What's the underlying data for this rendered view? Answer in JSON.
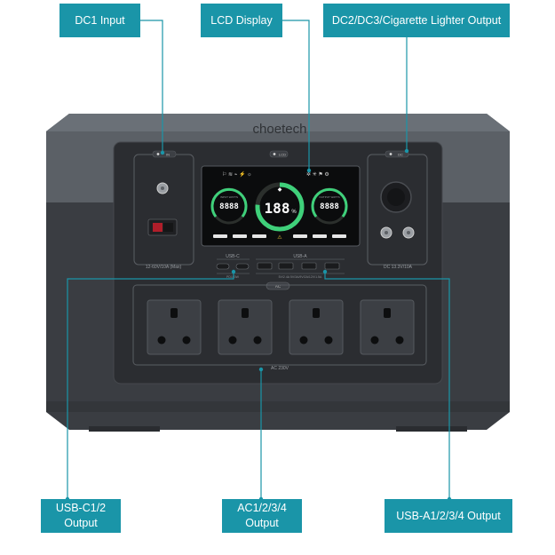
{
  "callouts": {
    "dc1": "DC1 Input",
    "lcd": "LCD Display",
    "dc2": "DC2/DC3/Cigarette Lighter Output",
    "usbc_line1": "USB-C1/2",
    "usbc_line2": "Output",
    "ac_line1": "AC1/2/3/4",
    "ac_line2": "Output",
    "usba": "USB-A1/2/3/4  Output"
  },
  "device": {
    "brand": "choetech",
    "lcd_button": "LCD",
    "dc_in_label": "IN",
    "dc_out_label": "DC",
    "dc_in_spec": "12-60V/10A (Max)",
    "dc_out_spec": "DC 13.3V/10A",
    "usbc_label": "USB-C",
    "usbc_spec": "PD100W",
    "usba_label": "USB-A",
    "usba_spec": "5V/2.4A  5V/3A/9V/2A/12V/1.5A",
    "ac_label": "AC",
    "ac_spec": "AC 230V",
    "lcd": {
      "center_value": "188",
      "center_unit": "%",
      "left_value": "8888",
      "right_value": "8888",
      "left_caption": "INPUT WATTS",
      "right_caption": "OUTPUT WATTS"
    }
  },
  "colors": {
    "accent": "#1a95a8",
    "lcd_green": "#3fd07a",
    "body_top": "#5b6066",
    "body_bottom": "#3a3d42",
    "panel": "#2b2d31"
  }
}
